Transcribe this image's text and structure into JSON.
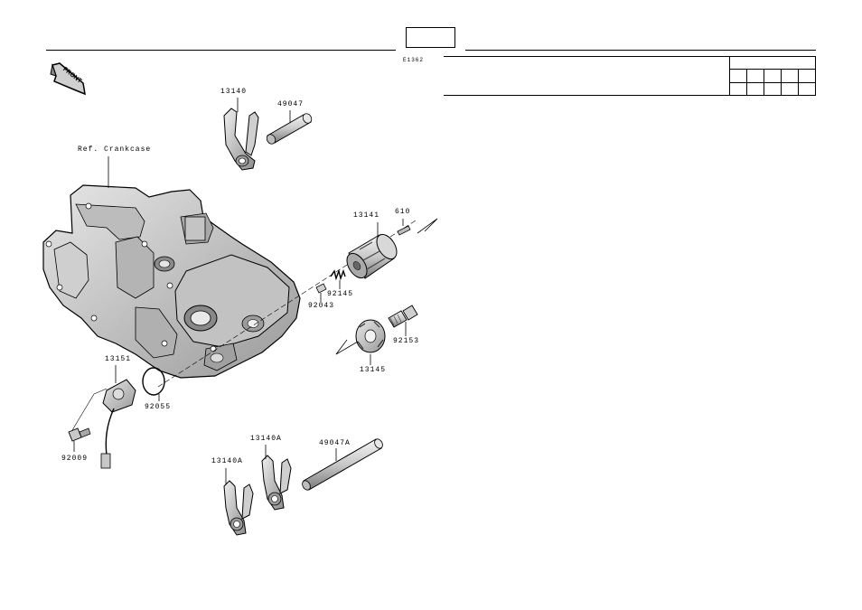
{
  "figure_id": "E1362",
  "reference_label": "Ref. Crankcase",
  "front_label": "FRONT",
  "callouts": {
    "p13140": "13140",
    "p49047": "49047",
    "p13141": "13141",
    "p610": "610",
    "p92145": "92145",
    "p92043": "92043",
    "p92153": "92153",
    "p13145": "13145",
    "p13151": "13151",
    "p92055": "92055",
    "p92009": "92009",
    "p13140A_1": "13140A",
    "p13140A_2": "13140A",
    "p49047A": "49047A"
  },
  "icons": [
    "front-arrow-icon"
  ]
}
